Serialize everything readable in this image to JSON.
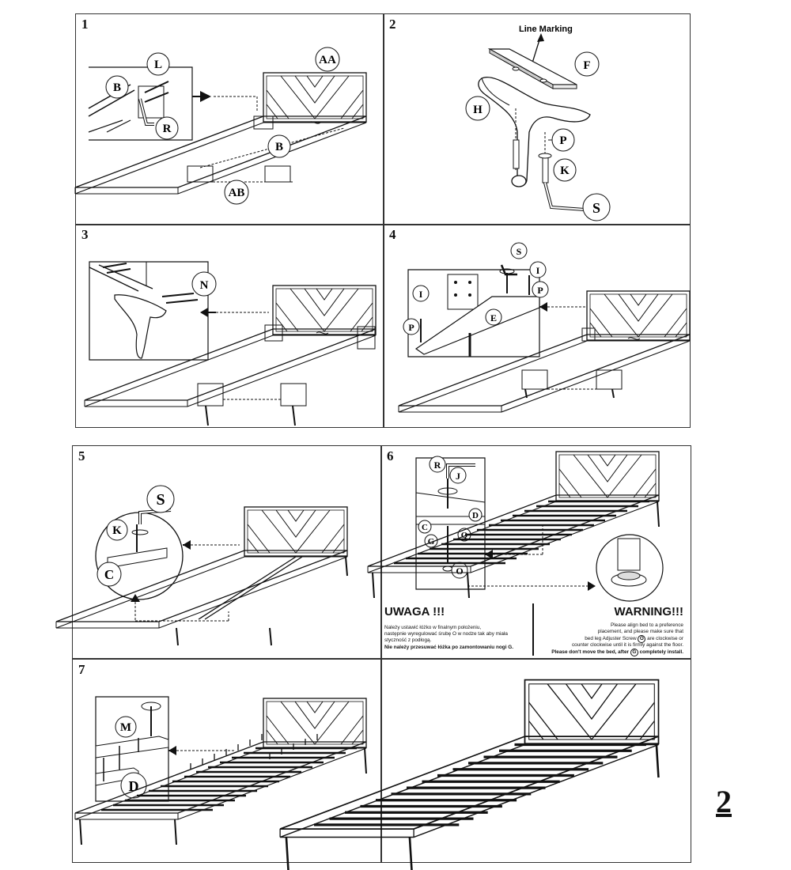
{
  "steps": {
    "s1": {
      "num": "1",
      "labels": {
        "aa": "AA",
        "b_inset": "B",
        "l": "L",
        "r": "R",
        "b_frame": "B",
        "ab": "AB"
      }
    },
    "s2": {
      "num": "2",
      "line_marking": "Line Marking",
      "labels": {
        "f": "F",
        "h": "H",
        "p": "P",
        "k": "K",
        "s": "S"
      }
    },
    "s3": {
      "num": "3",
      "labels": {
        "n": "N"
      }
    },
    "s4": {
      "num": "4",
      "labels": {
        "s": "S",
        "i_right": "I",
        "p_right": "P",
        "e": "E",
        "i_left": "I",
        "p_left": "P"
      }
    },
    "s5": {
      "num": "5",
      "labels": {
        "s": "S",
        "k": "K",
        "c": "C"
      }
    },
    "s6": {
      "num": "6",
      "labels": {
        "r": "R",
        "j": "J",
        "c": "C",
        "d": "D",
        "g": "G",
        "q": "Q",
        "o": "O"
      }
    },
    "s7": {
      "num": "7",
      "labels": {
        "m": "M",
        "d": "D"
      }
    }
  },
  "warning_pl": {
    "title": "UWAGA !!!",
    "line1": "Należy ustawić łóżko w finalnym położeniu,",
    "line2": "następnie wyregulować śrubę O w nodze tak aby miała",
    "line3": "styczność z podłogą.",
    "line4": "Nie należy przesuwać łóżka po zamontowaniu nogi G."
  },
  "warning_en": {
    "title": "WARNING!!!",
    "line1": "Please align bed to a preference",
    "line2": "placement, and please make sure that",
    "line3": "bed leg Adjuster Screw",
    "line3_sym": "O",
    "line3_end": "are clockwise or",
    "line4": "counter clockwise until it is firmly against the floor.",
    "line5": "Please don't move the bed, after",
    "line5_sym": "G",
    "line5_end": "completely install."
  },
  "page_number": "2"
}
